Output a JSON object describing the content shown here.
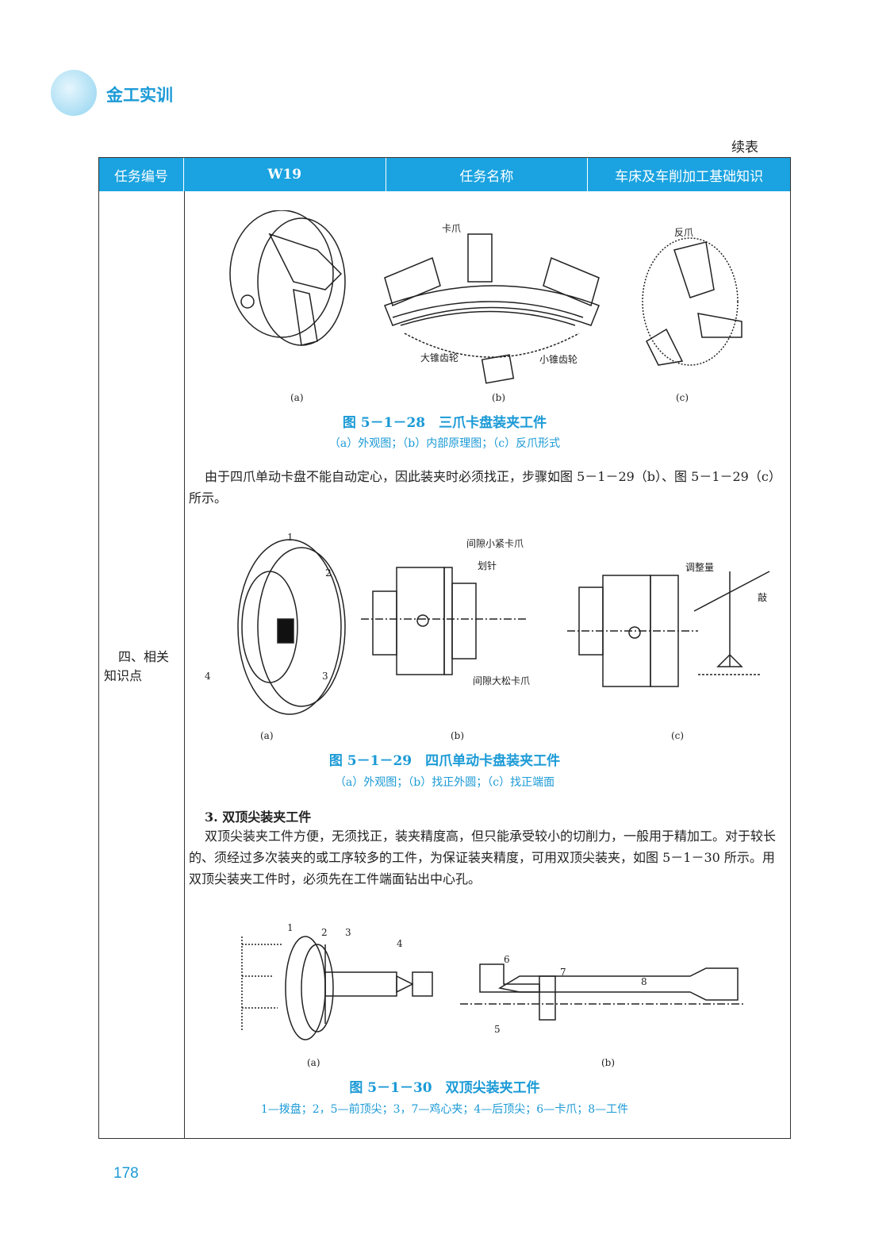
{
  "header": {
    "book_title": "金工实训",
    "continued": "续表"
  },
  "table": {
    "headers": [
      "任务编号",
      "W19",
      "任务名称",
      "车床及车削加工基础知识"
    ],
    "row_label": "四、相关知识点"
  },
  "fig28": {
    "labels": {
      "jaw": "卡爪",
      "reverse_jaw": "反爪",
      "big_gear": "大锥齿轮",
      "small_gear": "小锥齿轮"
    },
    "sub_a": "(a)",
    "sub_b": "(b)",
    "sub_c": "(c)",
    "caption": "图 5－1－28　三爪卡盘装夹工件",
    "subcaption": "（a）外观图；（b）内部原理图；（c）反爪形式"
  },
  "para1": "由于四爪单动卡盘不能自动定心，因此装夹时必须找正，步骤如图 5－1－29（b）、图 5－1－29（c）所示。",
  "fig29": {
    "labels": {
      "n1": "1",
      "n2": "2",
      "n3": "3",
      "n4": "4",
      "gap_small": "间隙小紧卡爪",
      "scriber": "划针",
      "gap_large": "间隙大松卡爪",
      "adjust": "调整量",
      "tap": "敲"
    },
    "sub_a": "(a)",
    "sub_b": "(b)",
    "sub_c": "(c)",
    "caption": "图 5－1－29　四爪单动卡盘装夹工件",
    "subcaption": "（a）外观图；（b）找正外圆；（c）找正端面"
  },
  "section3": {
    "title": "3. 双顶尖装夹工件",
    "para": "双顶尖装夹工件方便，无须找正，装夹精度高，但只能承受较小的切削力，一般用于精加工。对于较长的、须经过多次装夹的或工序较多的工件，为保证装夹精度，可用双顶尖装夹，如图 5－1－30 所示。用双顶尖装夹工件时，必须先在工件端面钻出中心孔。"
  },
  "fig30": {
    "labels": {
      "n1": "1",
      "n2": "2",
      "n3": "3",
      "n4": "4",
      "n5": "5",
      "n6": "6",
      "n7": "7",
      "n8": "8"
    },
    "sub_a": "(a)",
    "sub_b": "(b)",
    "caption": "图 5－1－30　双顶尖装夹工件",
    "subcaption": "1—拨盘；2，5—前顶尖；3，7—鸡心夹；4—后顶尖；6—卡爪；8—工件"
  },
  "page_number": "178"
}
